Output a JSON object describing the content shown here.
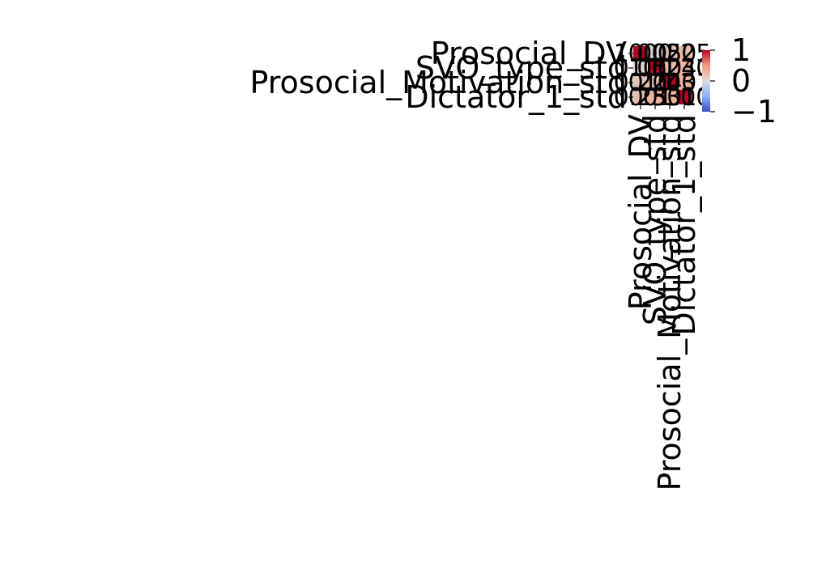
{
  "chart_data": {
    "type": "heatmap",
    "title": "",
    "xlabel": "",
    "ylabel": "",
    "row_labels": [
      "Prosocial_DV",
      "SVO_type_std",
      "Prosocial_Motivation_std",
      "Dictator_1_std"
    ],
    "col_labels": [
      "Prosocial_DV",
      "SVO_type_std",
      "Prosocial_Motivation_std",
      "Dictator_1_std"
    ],
    "values": [
      [
        1.0,
        0.05,
        0.2,
        0.25
      ],
      [
        0.05,
        1.0,
        0.24,
        0.3
      ],
      [
        0.2,
        0.24,
        1.0,
        0.31
      ],
      [
        0.25,
        0.3,
        0.31,
        1.0
      ]
    ],
    "cell_text": [
      [
        "1.00",
        "0.05",
        "0.20",
        "0.25"
      ],
      [
        "0.05",
        "1.00",
        "0.24",
        "0.30"
      ],
      [
        "0.20",
        "0.24",
        "1.00",
        "0.31"
      ],
      [
        "0.25",
        "0.30",
        "0.31",
        "1.00"
      ]
    ],
    "colormap": "coolwarm",
    "vmin": -1,
    "vmax": 1,
    "colorbar_ticks": [
      "1",
      "0",
      "−1"
    ]
  }
}
